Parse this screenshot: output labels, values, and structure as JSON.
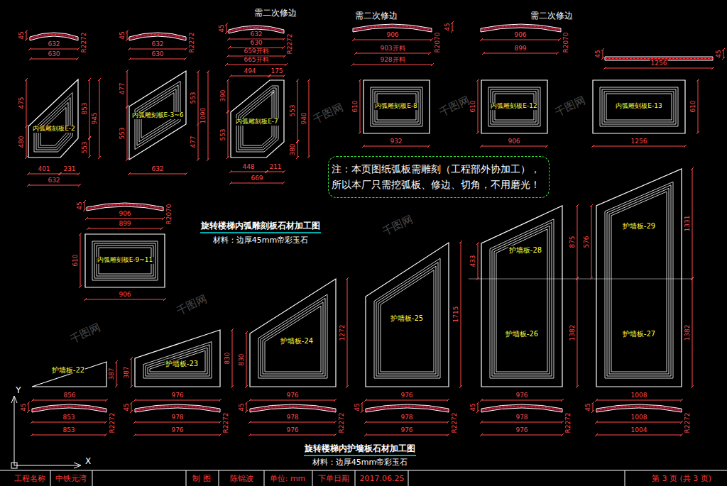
{
  "diagram": {
    "nodes": [
      {
        "text": [
          "内弧雕刻板E-2"
        ]
      },
      {
        "text": [
          "内弧雕刻板E-3~6"
        ]
      },
      {
        "text": [
          "内弧雕刻板E-7"
        ]
      },
      {
        "text": [
          "内弧雕刻板E-8"
        ]
      },
      {
        "text": [
          "内弧雕刻板E-12"
        ]
      },
      {
        "text": [
          "内弧雕刻板E-13"
        ]
      },
      {
        "text": [
          "注：本页图纸弧板需雕刻（工程部外协加工）， 所以本厂只需挖弧板、修边、切角，不用磨光！"
        ]
      },
      {
        "text": [
          "内弧雕刻板E-9~11"
        ]
      },
      {
        "text": [
          "护墙板-22"
        ]
      },
      {
        "text": [
          "护墙板-23"
        ]
      },
      {
        "text": [
          "护墙板-24"
        ]
      },
      {
        "text": [
          "护墙板-25"
        ]
      },
      {
        "text": [
          "护墙板-28",
          "护墙板-26"
        ]
      },
      {
        "text": [
          "护墙板-29",
          "护墙板-27"
        ]
      }
    ],
    "labels": [
      "45",
      "632",
      "R2272",
      "630",
      "45",
      "632",
      "R2272",
      "630",
      "需二次修边",
      "45",
      "632",
      "630",
      "R2272",
      "659开料",
      "665开料",
      "494",
      "175",
      "需二次修边",
      "906",
      "R2070",
      "45",
      "903开料",
      "928开料",
      "需二次修边",
      "906",
      "R2070",
      "899",
      "45",
      "45",
      "1256",
      "475",
      "480",
      "853",
      "945",
      "553",
      "401",
      "231",
      "632",
      "477",
      "553",
      "553",
      "1090",
      "477",
      "632",
      "390",
      "553",
      "553",
      "940",
      "380",
      "448",
      "211",
      "669",
      "610",
      "932",
      "610",
      "906",
      "610",
      "1256",
      "旋转楼梯内弧雕刻板石材加工图",
      "材料：边厚45mm帝彩玉石",
      "45",
      "906",
      "R2070",
      "899",
      "610",
      "906",
      "387",
      "856",
      "387",
      "830",
      "976",
      "830",
      "1272",
      "976",
      "1715",
      "976",
      "433",
      "875",
      "1382",
      "976",
      "576",
      "1331",
      "1382",
      "1008",
      "45",
      "853",
      "R2272",
      "853",
      "45",
      "978",
      "R2272",
      "976",
      "45",
      "978",
      "R2272",
      "976",
      "45",
      "978",
      "R2272",
      "976",
      "45",
      "978",
      "R2272",
      "976",
      "45",
      "1008",
      "R2272",
      "1004",
      "旋转楼梯内护墙板石材加工图",
      "材料：边厚45mm帝彩玉石",
      "Y",
      "X",
      "工程名称",
      "中铁元湾",
      "制 图",
      "陈锦波",
      "单位: mm",
      "下单日期",
      "2017.06.25",
      "第 3 页 (共 3 页)",
      "千图网",
      "千图网",
      "千图网",
      "千图网",
      "千图网",
      "千图网"
    ]
  }
}
